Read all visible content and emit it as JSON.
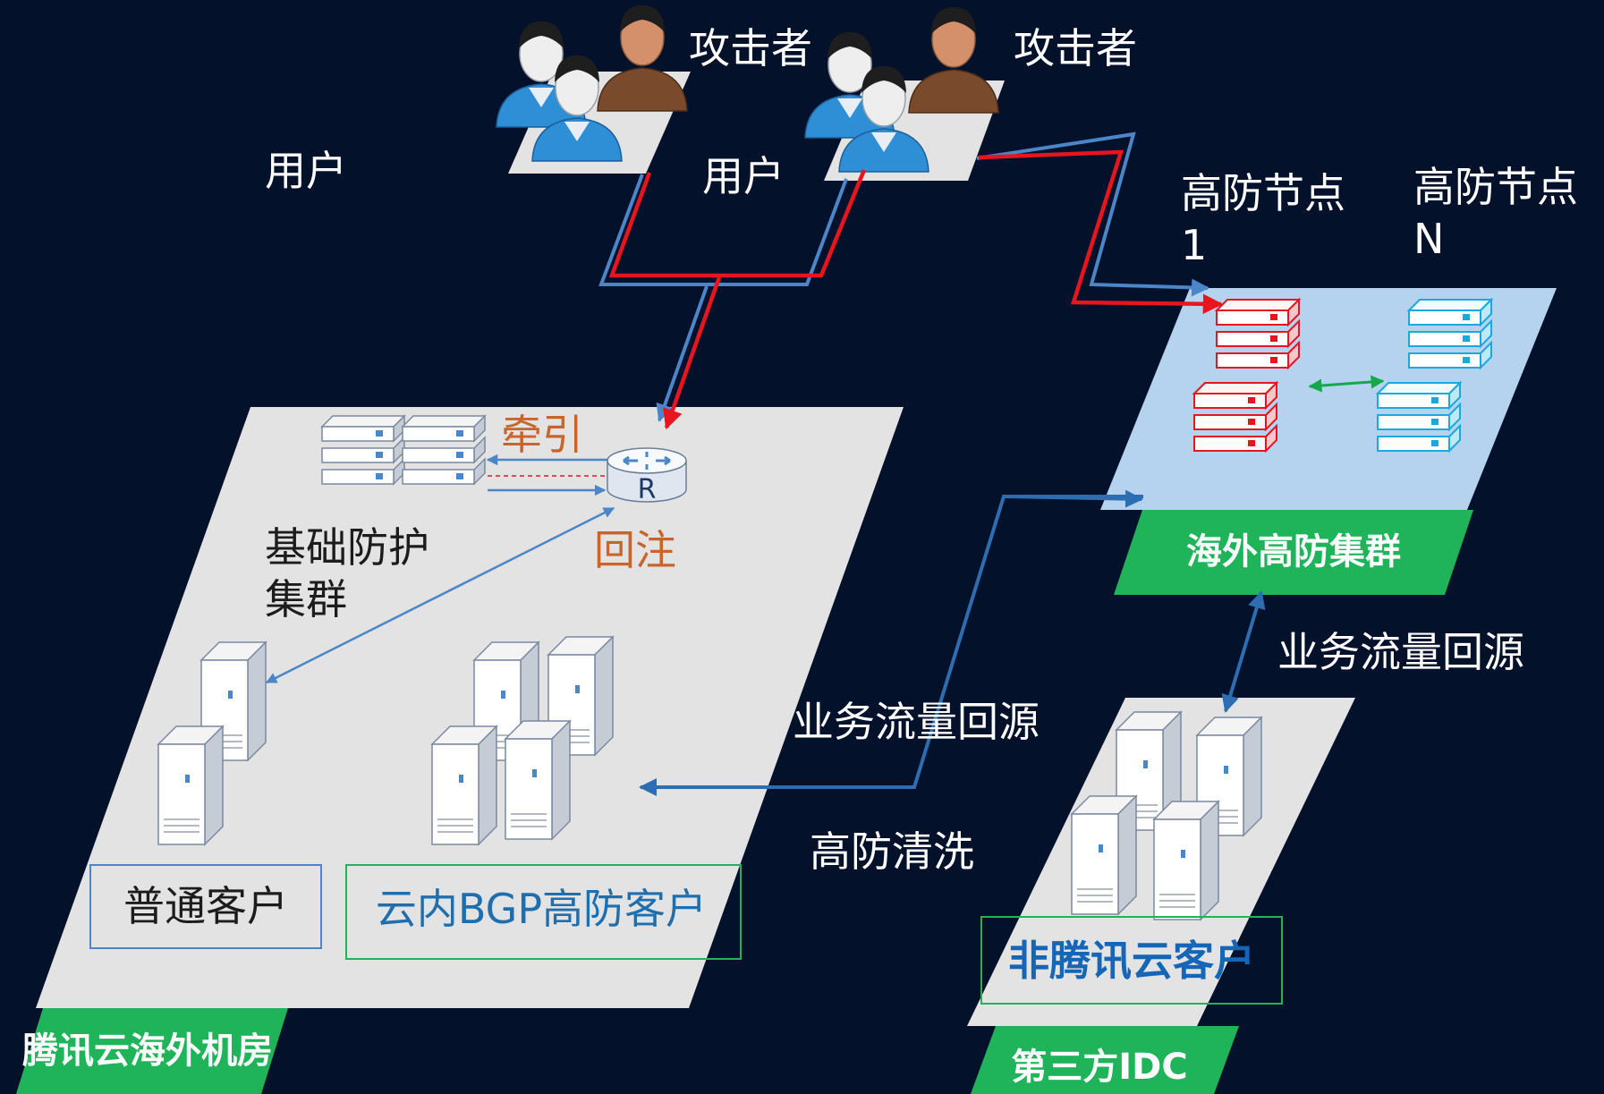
{
  "labels": {
    "attacker_left": "攻击者",
    "attacker_right": "攻击者",
    "user_left": "用户",
    "user_right": "用户",
    "node_1_line1": "高防节点",
    "node_1_line2": "1",
    "node_n_line1": "高防节点",
    "node_n_line2": "N",
    "traction": "牵引",
    "reinjection": "回注",
    "router_letter": "R",
    "base_cluster_line1": "基础防护",
    "base_cluster_line2": "集群",
    "overseas_cluster": "海外高防集群",
    "biz_backsource_right": "业务流量回源",
    "biz_backsource_center": "业务流量回源",
    "cleaning": "高防清洗",
    "normal_customer": "普通客户",
    "bgp_customer": "云内BGP高防客户",
    "non_tencent_customer": "非腾讯云客户",
    "tencent_dc": "腾讯云海外机房",
    "third_party_idc": "第三方IDC"
  },
  "colors": {
    "background": "#04112a",
    "attack_red": "#e8141e",
    "normal_blue": "#4a86c8",
    "tag_green": "#20b45a",
    "cluster_panel": "#b5d2ef",
    "platform_grey": "#e3e3e3",
    "orange_label": "#c8652c"
  },
  "icons": [
    "user-icon",
    "attacker-icon",
    "rack-server-icon",
    "tower-server-icon",
    "router-icon"
  ]
}
